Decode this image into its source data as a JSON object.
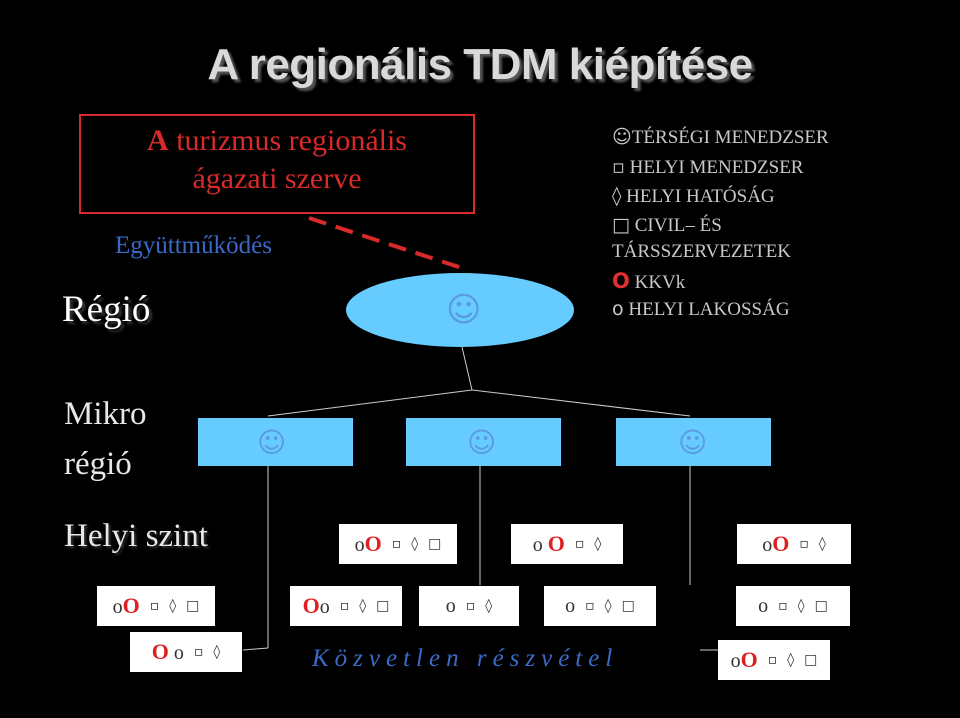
{
  "title": "A regionális TDM kiépítése",
  "organization": {
    "line1_lead": "A",
    "line1_rest": " turizmus regionális",
    "line2": "ágazati szerve"
  },
  "cooperation": "Együttműködés",
  "levels": {
    "region": "Régió",
    "micro_line1": "Mikro",
    "micro_line2": "régió",
    "local": "Helyi szint"
  },
  "smiley": "☺",
  "legend": [
    {
      "glyph": "☺",
      "text": "TÉRSÉGI MENEDZSER",
      "glyph_color": "#c8c8c8"
    },
    {
      "glyph": "▫",
      "text": " HELYI MENEDZSER",
      "glyph_color": "#c8c8c8"
    },
    {
      "glyph": "◊",
      "text": " HELYI HATÓSÁG",
      "glyph_color": "#c8c8c8"
    },
    {
      "glyph": "□",
      "text": "  CIVIL– ÉS",
      "glyph_color": "#c8c8c8"
    },
    {
      "glyph": "",
      "text": "TÁRSSZERVEZETEK",
      "glyph_color": "#c8c8c8"
    },
    {
      "glyph": "O",
      "text": " KKVk",
      "glyph_color": "#e03030"
    },
    {
      "glyph": "o",
      "text": "  HELYI LAKOSSÁG",
      "glyph_color": "#c8c8c8"
    }
  ],
  "units_row1": [
    [
      "oO",
      "▫",
      "◊",
      "□"
    ],
    [
      "o O",
      "▫",
      "◊"
    ],
    [
      "oO",
      "▫",
      "◊"
    ]
  ],
  "units_row2": [
    [
      "oO",
      "▫",
      "◊",
      "□"
    ],
    [
      "Oo",
      "▫",
      "◊",
      "□"
    ],
    [
      "o",
      "▫",
      "◊"
    ],
    [
      "o",
      "▫",
      "◊",
      "□"
    ],
    [
      "o",
      "▫",
      "◊",
      "□"
    ]
  ],
  "units_row3": [
    [
      "O o",
      "▫",
      "◊"
    ],
    [
      "oO",
      "▫",
      "◊",
      "□"
    ]
  ],
  "motto": "Közvetlen részvétel",
  "colors": {
    "accent_red": "#d82a2a",
    "box_blue": "#66ccff",
    "text_blue": "#3a6ac8"
  }
}
